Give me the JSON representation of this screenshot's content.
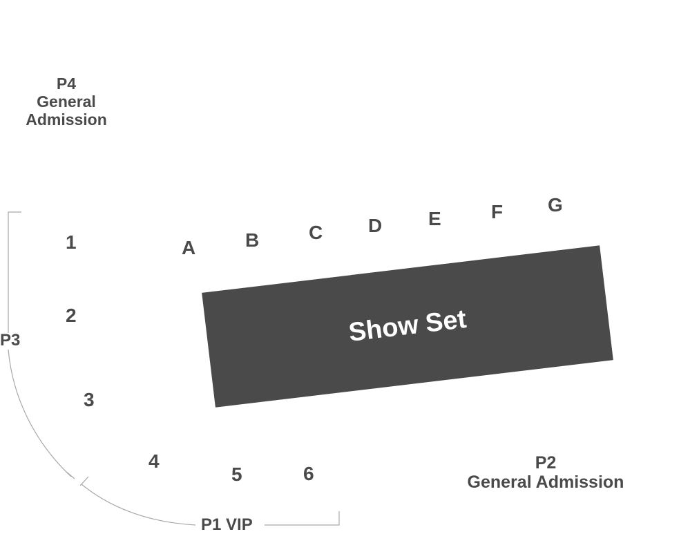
{
  "zones": {
    "p4": {
      "code": "P4",
      "line1": "General",
      "line2": "Admission"
    },
    "p2": {
      "code": "P2",
      "line1": "General Admission"
    }
  },
  "sections": {
    "p3": "P3",
    "p1": "P1 VIP"
  },
  "stage": {
    "label": "Show Set",
    "color": "#4a4a4a"
  },
  "seats": [
    "1",
    "2",
    "3",
    "4",
    "5",
    "6"
  ],
  "rows": [
    "A",
    "B",
    "C",
    "D",
    "E",
    "F",
    "G"
  ],
  "colors": {
    "text": "#4a4a4a",
    "bracket": "#a8a8a8",
    "background": "#ffffff"
  }
}
